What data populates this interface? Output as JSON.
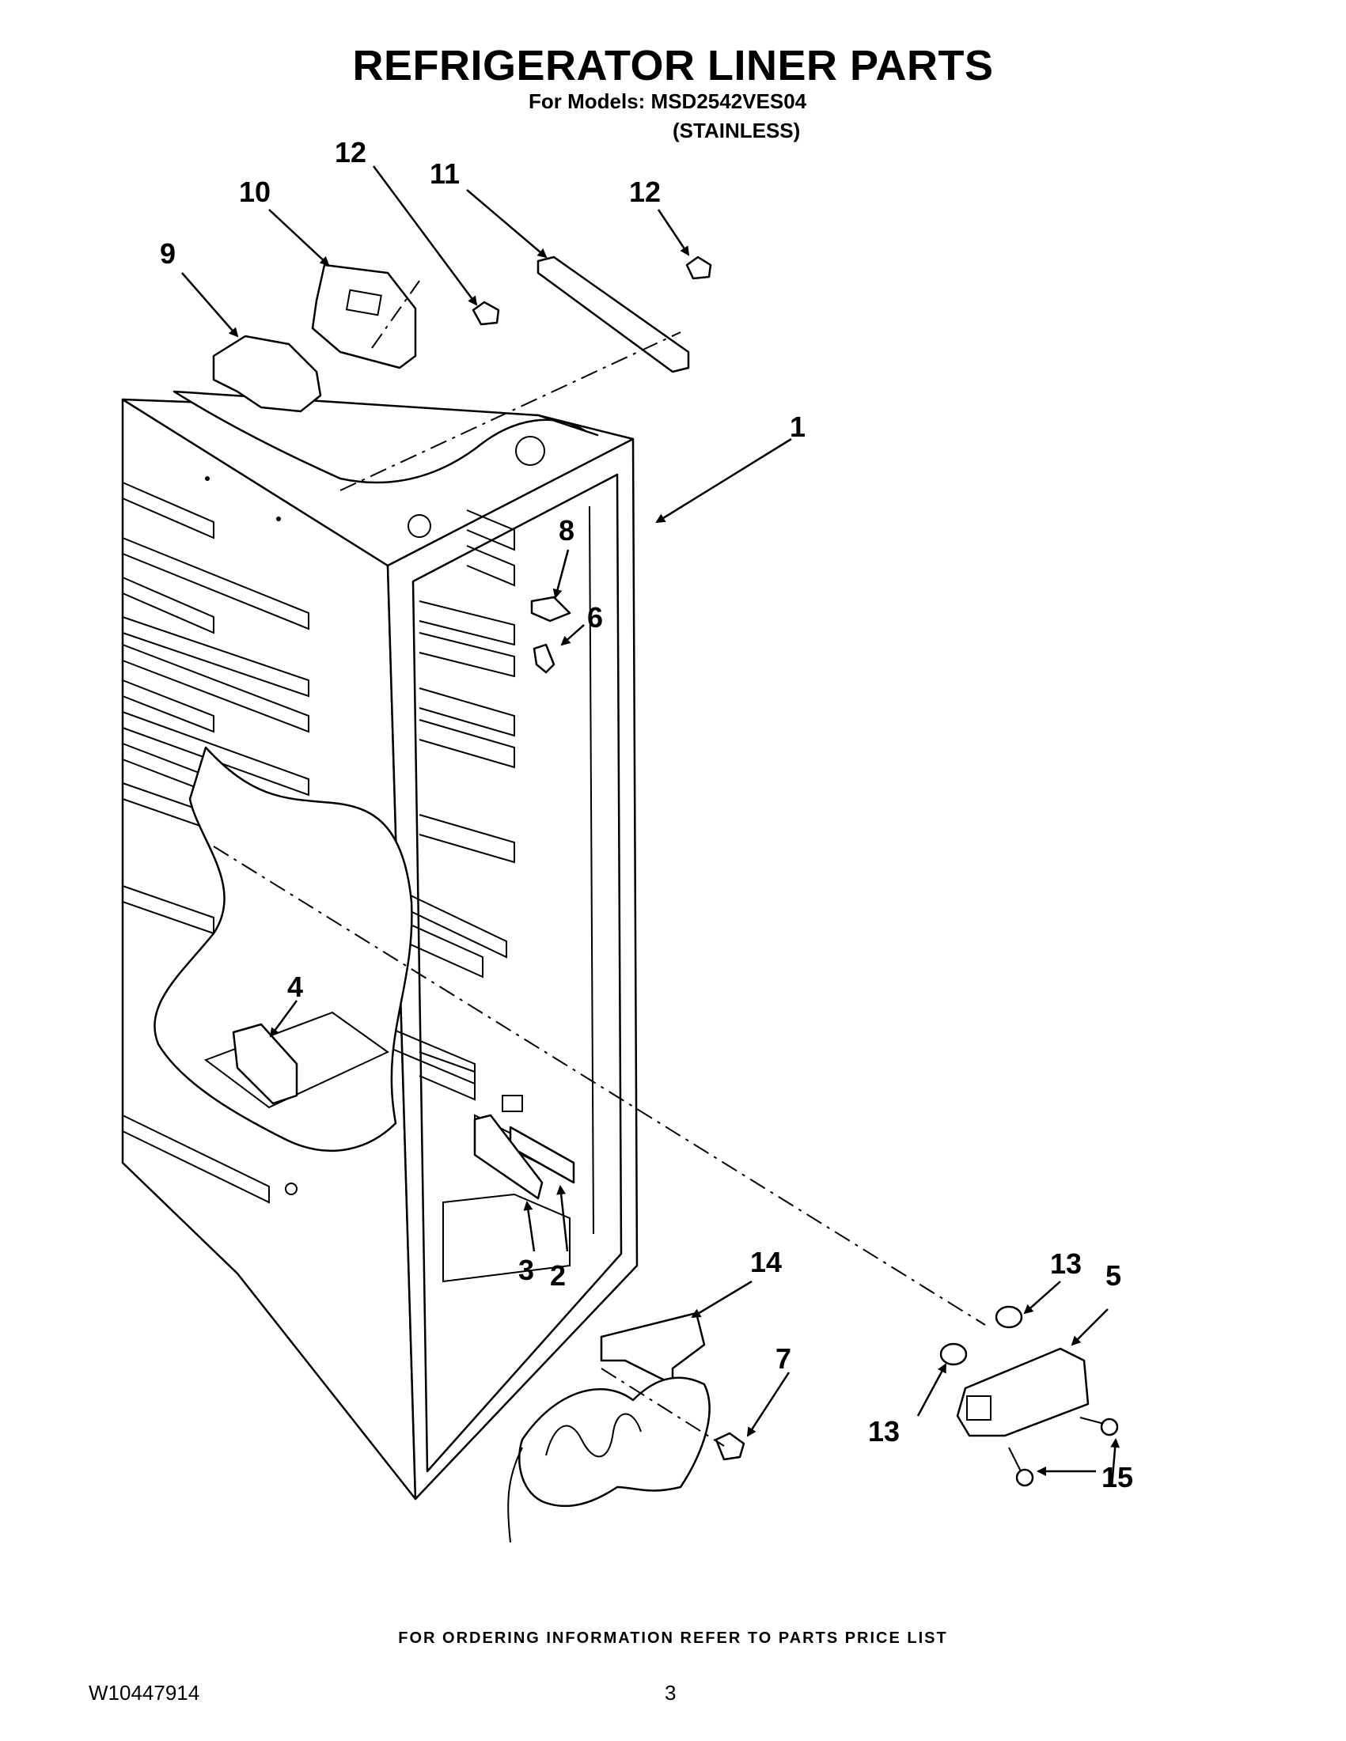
{
  "header": {
    "title": "REFRIGERATOR LINER PARTS",
    "models_line": "For Models: MSD2542VES04",
    "finish_line": "(STAINLESS)"
  },
  "callouts": [
    {
      "id": "c1",
      "label": "1"
    },
    {
      "id": "c2",
      "label": "2"
    },
    {
      "id": "c3",
      "label": "3"
    },
    {
      "id": "c4",
      "label": "4"
    },
    {
      "id": "c5",
      "label": "5"
    },
    {
      "id": "c6",
      "label": "6"
    },
    {
      "id": "c7",
      "label": "7"
    },
    {
      "id": "c8",
      "label": "8"
    },
    {
      "id": "c9",
      "label": "9"
    },
    {
      "id": "c10",
      "label": "10"
    },
    {
      "id": "c11",
      "label": "11"
    },
    {
      "id": "c12a",
      "label": "12"
    },
    {
      "id": "c12b",
      "label": "12"
    },
    {
      "id": "c13a",
      "label": "13"
    },
    {
      "id": "c13b",
      "label": "13"
    },
    {
      "id": "c14",
      "label": "14"
    },
    {
      "id": "c15",
      "label": "15"
    }
  ],
  "footer": {
    "ordering_note": "FOR ORDERING INFORMATION REFER TO PARTS PRICE LIST",
    "document_number": "W10447914",
    "page_number": "3"
  }
}
